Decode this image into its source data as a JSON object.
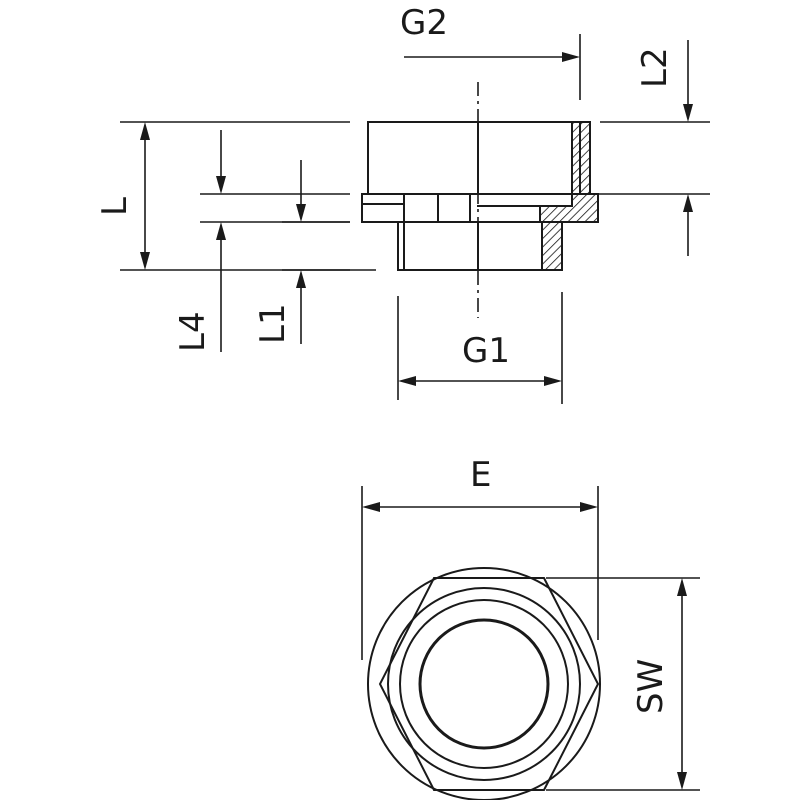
{
  "dimensions": {
    "g2": "G2",
    "l2": "L2",
    "l": "L",
    "l4": "L4",
    "l1": "L1",
    "g1": "G1",
    "e": "E",
    "sw": "SW"
  },
  "colors": {
    "line": "#1a1a1a",
    "background": "#ffffff"
  }
}
